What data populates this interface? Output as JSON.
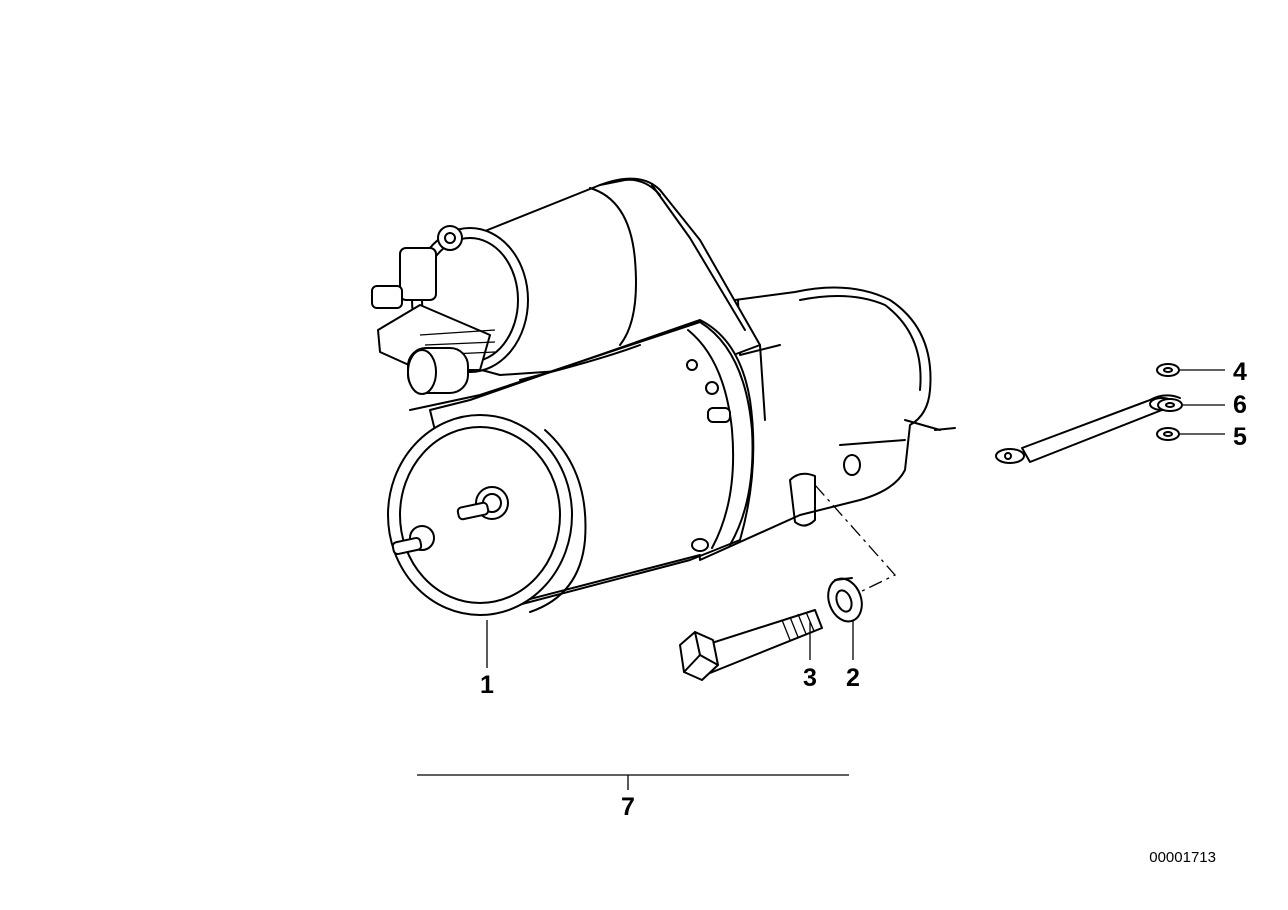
{
  "diagram": {
    "callouts": [
      {
        "id": "1",
        "label": "1"
      },
      {
        "id": "2",
        "label": "2"
      },
      {
        "id": "3",
        "label": "3"
      },
      {
        "id": "4",
        "label": "4"
      },
      {
        "id": "5",
        "label": "5"
      },
      {
        "id": "6",
        "label": "6"
      },
      {
        "id": "7",
        "label": "7"
      }
    ],
    "reference_number": "00001713"
  }
}
